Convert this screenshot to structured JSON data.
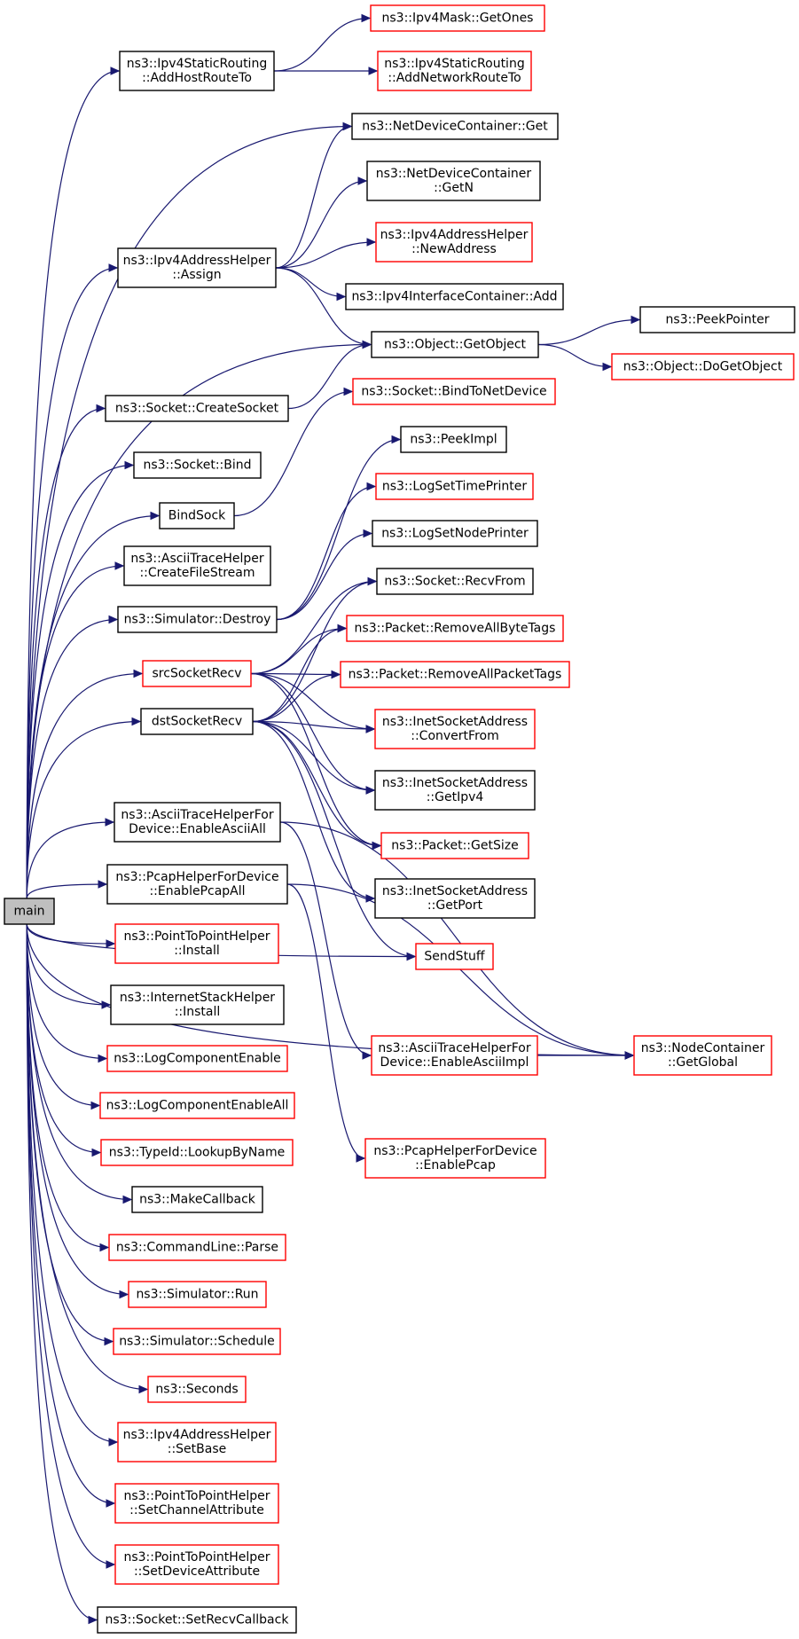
{
  "edges_color": "#191970",
  "nodes": {
    "main": {
      "lines": [
        "main"
      ],
      "style": "root"
    },
    "ipv4mask_getones": {
      "lines": [
        "ns3::Ipv4Mask::GetOnes"
      ],
      "style": "red"
    },
    "ipv4static_addhost": {
      "lines": [
        "ns3::Ipv4StaticRouting",
        "::AddHostRouteTo"
      ],
      "style": "black"
    },
    "ipv4static_addnetwork": {
      "lines": [
        "ns3::Ipv4StaticRouting",
        "::AddNetworkRouteTo"
      ],
      "style": "red"
    },
    "netdevcont_get": {
      "lines": [
        "ns3::NetDeviceContainer::Get"
      ],
      "style": "black"
    },
    "netdevcont_getn": {
      "lines": [
        "ns3::NetDeviceContainer",
        "::GetN"
      ],
      "style": "black"
    },
    "ipv4addrhelper_assign": {
      "lines": [
        "ns3::Ipv4AddressHelper",
        "::Assign"
      ],
      "style": "black"
    },
    "ipv4addrhelper_newaddress": {
      "lines": [
        "ns3::Ipv4AddressHelper",
        "::NewAddress"
      ],
      "style": "red"
    },
    "ipv4ifcont_add": {
      "lines": [
        "ns3::Ipv4InterfaceContainer::Add"
      ],
      "style": "black"
    },
    "peekpointer": {
      "lines": [
        "ns3::PeekPointer"
      ],
      "style": "black"
    },
    "object_getobject": {
      "lines": [
        "ns3::Object::GetObject"
      ],
      "style": "black"
    },
    "object_dogetobject": {
      "lines": [
        "ns3::Object::DoGetObject"
      ],
      "style": "red"
    },
    "socket_createsocket": {
      "lines": [
        "ns3::Socket::CreateSocket"
      ],
      "style": "black"
    },
    "socket_bindtonetdevice": {
      "lines": [
        "ns3::Socket::BindToNetDevice"
      ],
      "style": "red"
    },
    "socket_bind": {
      "lines": [
        "ns3::Socket::Bind"
      ],
      "style": "black"
    },
    "peekimpl": {
      "lines": [
        "ns3::PeekImpl"
      ],
      "style": "black"
    },
    "bindsock": {
      "lines": [
        "BindSock"
      ],
      "style": "black"
    },
    "logsettimeprinter": {
      "lines": [
        "ns3::LogSetTimePrinter"
      ],
      "style": "red"
    },
    "asciitrace_createfilestream": {
      "lines": [
        "ns3::AsciiTraceHelper",
        "::CreateFileStream"
      ],
      "style": "black"
    },
    "logsetnodeprinter": {
      "lines": [
        "ns3::LogSetNodePrinter"
      ],
      "style": "black"
    },
    "simulator_destroy": {
      "lines": [
        "ns3::Simulator::Destroy"
      ],
      "style": "black"
    },
    "socket_recvfrom": {
      "lines": [
        "ns3::Socket::RecvFrom"
      ],
      "style": "black"
    },
    "packet_removeallbytetags": {
      "lines": [
        "ns3::Packet::RemoveAllByteTags"
      ],
      "style": "red"
    },
    "srcsocketrecv": {
      "lines": [
        "srcSocketRecv"
      ],
      "style": "red"
    },
    "packet_removeallpackettags": {
      "lines": [
        "ns3::Packet::RemoveAllPacketTags"
      ],
      "style": "red"
    },
    "dstsocketrecv": {
      "lines": [
        "dstSocketRecv"
      ],
      "style": "black"
    },
    "inetsock_convertfrom": {
      "lines": [
        "ns3::InetSocketAddress",
        "::ConvertFrom"
      ],
      "style": "red"
    },
    "inetsock_getipv4": {
      "lines": [
        "ns3::InetSocketAddress",
        "::GetIpv4"
      ],
      "style": "black"
    },
    "asciitracefordevice_enableasciiall": {
      "lines": [
        "ns3::AsciiTraceHelperFor",
        "Device::EnableAsciiAll"
      ],
      "style": "black"
    },
    "packet_getsize": {
      "lines": [
        "ns3::Packet::GetSize"
      ],
      "style": "red"
    },
    "pcaphelperfordevice_enablepcapall": {
      "lines": [
        "ns3::PcapHelperForDevice",
        "::EnablePcapAll"
      ],
      "style": "black"
    },
    "inetsock_getport": {
      "lines": [
        "ns3::InetSocketAddress",
        "::GetPort"
      ],
      "style": "black"
    },
    "p2phelper_install": {
      "lines": [
        "ns3::PointToPointHelper",
        "::Install"
      ],
      "style": "red"
    },
    "sendstuff": {
      "lines": [
        "SendStuff"
      ],
      "style": "red"
    },
    "internetstackhelper_install": {
      "lines": [
        "ns3::InternetStackHelper",
        "::Install"
      ],
      "style": "black"
    },
    "asciitracefordevice_enableasciiimpl": {
      "lines": [
        "ns3::AsciiTraceHelperFor",
        "Device::EnableAsciiImpl"
      ],
      "style": "red"
    },
    "nodecontainer_getglobal": {
      "lines": [
        "ns3::NodeContainer",
        "::GetGlobal"
      ],
      "style": "red"
    },
    "logcomponentenable": {
      "lines": [
        "ns3::LogComponentEnable"
      ],
      "style": "red"
    },
    "logcomponentenableall": {
      "lines": [
        "ns3::LogComponentEnableAll"
      ],
      "style": "red"
    },
    "pcaphelperfordevice_enablepcap": {
      "lines": [
        "ns3::PcapHelperForDevice",
        "::EnablePcap"
      ],
      "style": "red"
    },
    "typeid_lookupbyname": {
      "lines": [
        "ns3::TypeId::LookupByName"
      ],
      "style": "red"
    },
    "makecallback": {
      "lines": [
        "ns3::MakeCallback"
      ],
      "style": "black"
    },
    "commandline_parse": {
      "lines": [
        "ns3::CommandLine::Parse"
      ],
      "style": "red"
    },
    "simulator_run": {
      "lines": [
        "ns3::Simulator::Run"
      ],
      "style": "red"
    },
    "simulator_schedule": {
      "lines": [
        "ns3::Simulator::Schedule"
      ],
      "style": "red"
    },
    "seconds": {
      "lines": [
        "ns3::Seconds"
      ],
      "style": "red"
    },
    "ipv4addrhelper_setbase": {
      "lines": [
        "ns3::Ipv4AddressHelper",
        "::SetBase"
      ],
      "style": "red"
    },
    "p2phelper_setchannelattribute": {
      "lines": [
        "ns3::PointToPointHelper",
        "::SetChannelAttribute"
      ],
      "style": "red"
    },
    "p2phelper_setdeviceattribute": {
      "lines": [
        "ns3::PointToPointHelper",
        "::SetDeviceAttribute"
      ],
      "style": "red"
    },
    "socket_setrecvcallback": {
      "lines": [
        "ns3::Socket::SetRecvCallback"
      ],
      "style": "black"
    }
  },
  "edges": [
    [
      "main",
      "ipv4static_addhost"
    ],
    [
      "main",
      "netdevcont_get"
    ],
    [
      "main",
      "ipv4addrhelper_assign"
    ],
    [
      "main",
      "object_getobject"
    ],
    [
      "main",
      "socket_createsocket"
    ],
    [
      "main",
      "socket_bind"
    ],
    [
      "main",
      "bindsock"
    ],
    [
      "main",
      "asciitrace_createfilestream"
    ],
    [
      "main",
      "simulator_destroy"
    ],
    [
      "main",
      "srcsocketrecv"
    ],
    [
      "main",
      "dstsocketrecv"
    ],
    [
      "main",
      "sendstuff"
    ],
    [
      "main",
      "asciitracefordevice_enableasciiall"
    ],
    [
      "main",
      "pcaphelperfordevice_enablepcapall"
    ],
    [
      "main",
      "p2phelper_install"
    ],
    [
      "main",
      "internetstackhelper_install"
    ],
    [
      "main",
      "logcomponentenable"
    ],
    [
      "main",
      "logcomponentenableall"
    ],
    [
      "main",
      "typeid_lookupbyname"
    ],
    [
      "main",
      "makecallback"
    ],
    [
      "main",
      "commandline_parse"
    ],
    [
      "main",
      "simulator_run"
    ],
    [
      "main",
      "simulator_schedule"
    ],
    [
      "main",
      "seconds"
    ],
    [
      "main",
      "ipv4addrhelper_setbase"
    ],
    [
      "main",
      "p2phelper_setchannelattribute"
    ],
    [
      "main",
      "p2phelper_setdeviceattribute"
    ],
    [
      "main",
      "socket_setrecvcallback"
    ],
    [
      "ipv4static_addhost",
      "ipv4mask_getones"
    ],
    [
      "ipv4static_addhost",
      "ipv4static_addnetwork"
    ],
    [
      "ipv4addrhelper_assign",
      "netdevcont_get"
    ],
    [
      "ipv4addrhelper_assign",
      "netdevcont_getn"
    ],
    [
      "ipv4addrhelper_assign",
      "ipv4addrhelper_newaddress"
    ],
    [
      "ipv4addrhelper_assign",
      "ipv4ifcont_add"
    ],
    [
      "ipv4addrhelper_assign",
      "object_getobject"
    ],
    [
      "object_getobject",
      "peekpointer"
    ],
    [
      "object_getobject",
      "object_dogetobject"
    ],
    [
      "socket_createsocket",
      "object_getobject"
    ],
    [
      "bindsock",
      "socket_bindtonetdevice"
    ],
    [
      "simulator_destroy",
      "peekimpl"
    ],
    [
      "simulator_destroy",
      "logsettimeprinter"
    ],
    [
      "simulator_destroy",
      "logsetnodeprinter"
    ],
    [
      "srcsocketrecv",
      "socket_recvfrom"
    ],
    [
      "srcsocketrecv",
      "packet_removeallbytetags"
    ],
    [
      "srcsocketrecv",
      "packet_removeallpackettags"
    ],
    [
      "srcsocketrecv",
      "inetsock_convertfrom"
    ],
    [
      "srcsocketrecv",
      "inetsock_getipv4"
    ],
    [
      "srcsocketrecv",
      "packet_getsize"
    ],
    [
      "dstsocketrecv",
      "socket_recvfrom"
    ],
    [
      "dstsocketrecv",
      "packet_removeallbytetags"
    ],
    [
      "dstsocketrecv",
      "packet_removeallpackettags"
    ],
    [
      "dstsocketrecv",
      "inetsock_convertfrom"
    ],
    [
      "dstsocketrecv",
      "inetsock_getipv4"
    ],
    [
      "dstsocketrecv",
      "packet_getsize"
    ],
    [
      "dstsocketrecv",
      "inetsock_getport"
    ],
    [
      "dstsocketrecv",
      "sendstuff"
    ],
    [
      "asciitracefordevice_enableasciiall",
      "asciitracefordevice_enableasciiimpl"
    ],
    [
      "asciitracefordevice_enableasciiall",
      "nodecontainer_getglobal"
    ],
    [
      "pcaphelperfordevice_enablepcapall",
      "pcaphelperfordevice_enablepcap"
    ],
    [
      "pcaphelperfordevice_enablepcapall",
      "nodecontainer_getglobal"
    ],
    [
      "asciitracefordevice_enableasciiimpl",
      "nodecontainer_getglobal"
    ],
    [
      "main",
      "nodecontainer_getglobal"
    ]
  ]
}
